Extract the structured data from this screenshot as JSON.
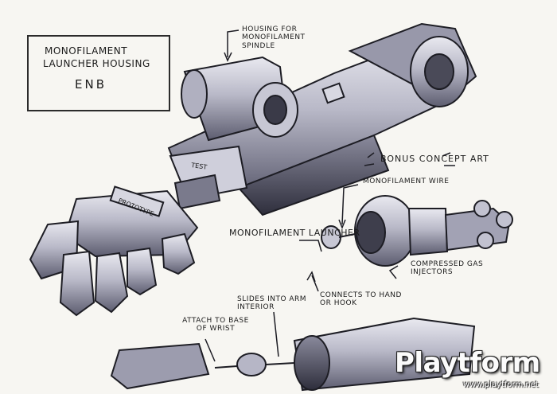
{
  "title_box": {
    "line1": "Monofilament",
    "line2": "Launcher Housing",
    "line3": "ENB"
  },
  "labels": {
    "housing_spindle": "Housing for Monofilament Spindle",
    "bonus": "Bonus Concept Art",
    "wire": "Monofilament Wire",
    "launcher": "Monofilament Launcher",
    "gas": "Compressed Gas Injectors",
    "connects": "Connects to Hand or Hook",
    "slides": "Slides into Arm Interior",
    "attach": "Attach to Base of Wrist"
  },
  "part_markings": {
    "test": "TEST",
    "prototype": "PROTOTYPE"
  },
  "watermark": {
    "word": "Playtform",
    "url": "www.playtform.net"
  }
}
